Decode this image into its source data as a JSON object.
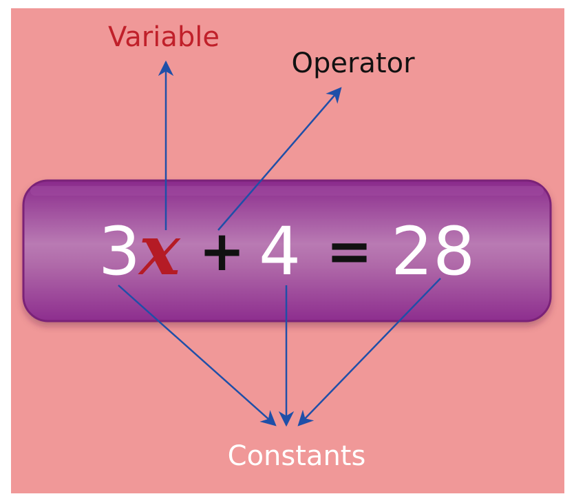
{
  "labels": {
    "variable": "Variable",
    "operator": "Operator",
    "constants": "Constants"
  },
  "equation": {
    "coefficient": "3",
    "variable": "x",
    "plus": "+",
    "constant": "4",
    "equals": "=",
    "result": "28"
  },
  "colors": {
    "background": "#f09898",
    "bar_top": "#8e2d8f",
    "bar_mid": "#b878b0",
    "bar_border": "#7a2078",
    "arrow": "#1f4fa8",
    "variable_label": "#c0202a",
    "variable_symbol": "#b51b25",
    "operator_label": "#111111",
    "constants_label": "#ffffff",
    "equation_numbers": "#ffffff",
    "equation_symbols": "#111111"
  }
}
